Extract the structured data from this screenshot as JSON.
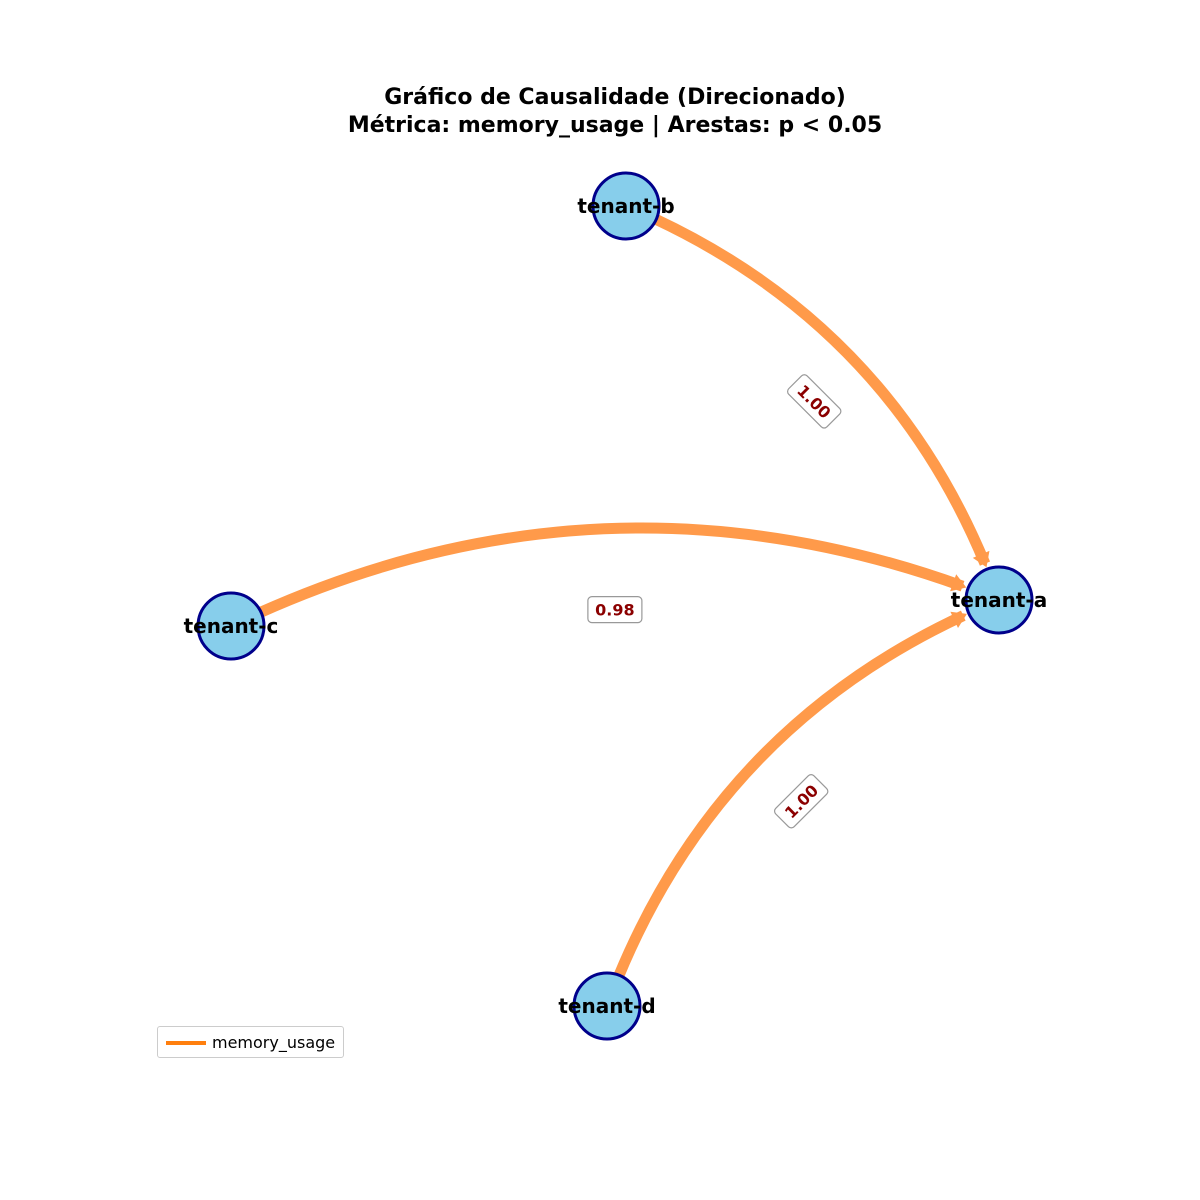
{
  "title": {
    "line1": "Gráfico de Causalidade (Direcionado)",
    "line2": "Métrica: memory_usage | Arestas: p < 0.05"
  },
  "colors": {
    "node_fill": "#87ceeb",
    "node_stroke": "#00008b",
    "edge": "#ff9a4a",
    "edge_label": "#8b0000",
    "legend_line": "#ff7f0e"
  },
  "nodes": [
    {
      "id": "tenant-a",
      "label": "tenant-a"
    },
    {
      "id": "tenant-b",
      "label": "tenant-b"
    },
    {
      "id": "tenant-c",
      "label": "tenant-c"
    },
    {
      "id": "tenant-d",
      "label": "tenant-d"
    }
  ],
  "edges": [
    {
      "source": "tenant-b",
      "target": "tenant-a",
      "label": "1.00"
    },
    {
      "source": "tenant-c",
      "target": "tenant-a",
      "label": "0.98"
    },
    {
      "source": "tenant-d",
      "target": "tenant-a",
      "label": "1.00"
    }
  ],
  "legend": {
    "label": "memory_usage"
  }
}
